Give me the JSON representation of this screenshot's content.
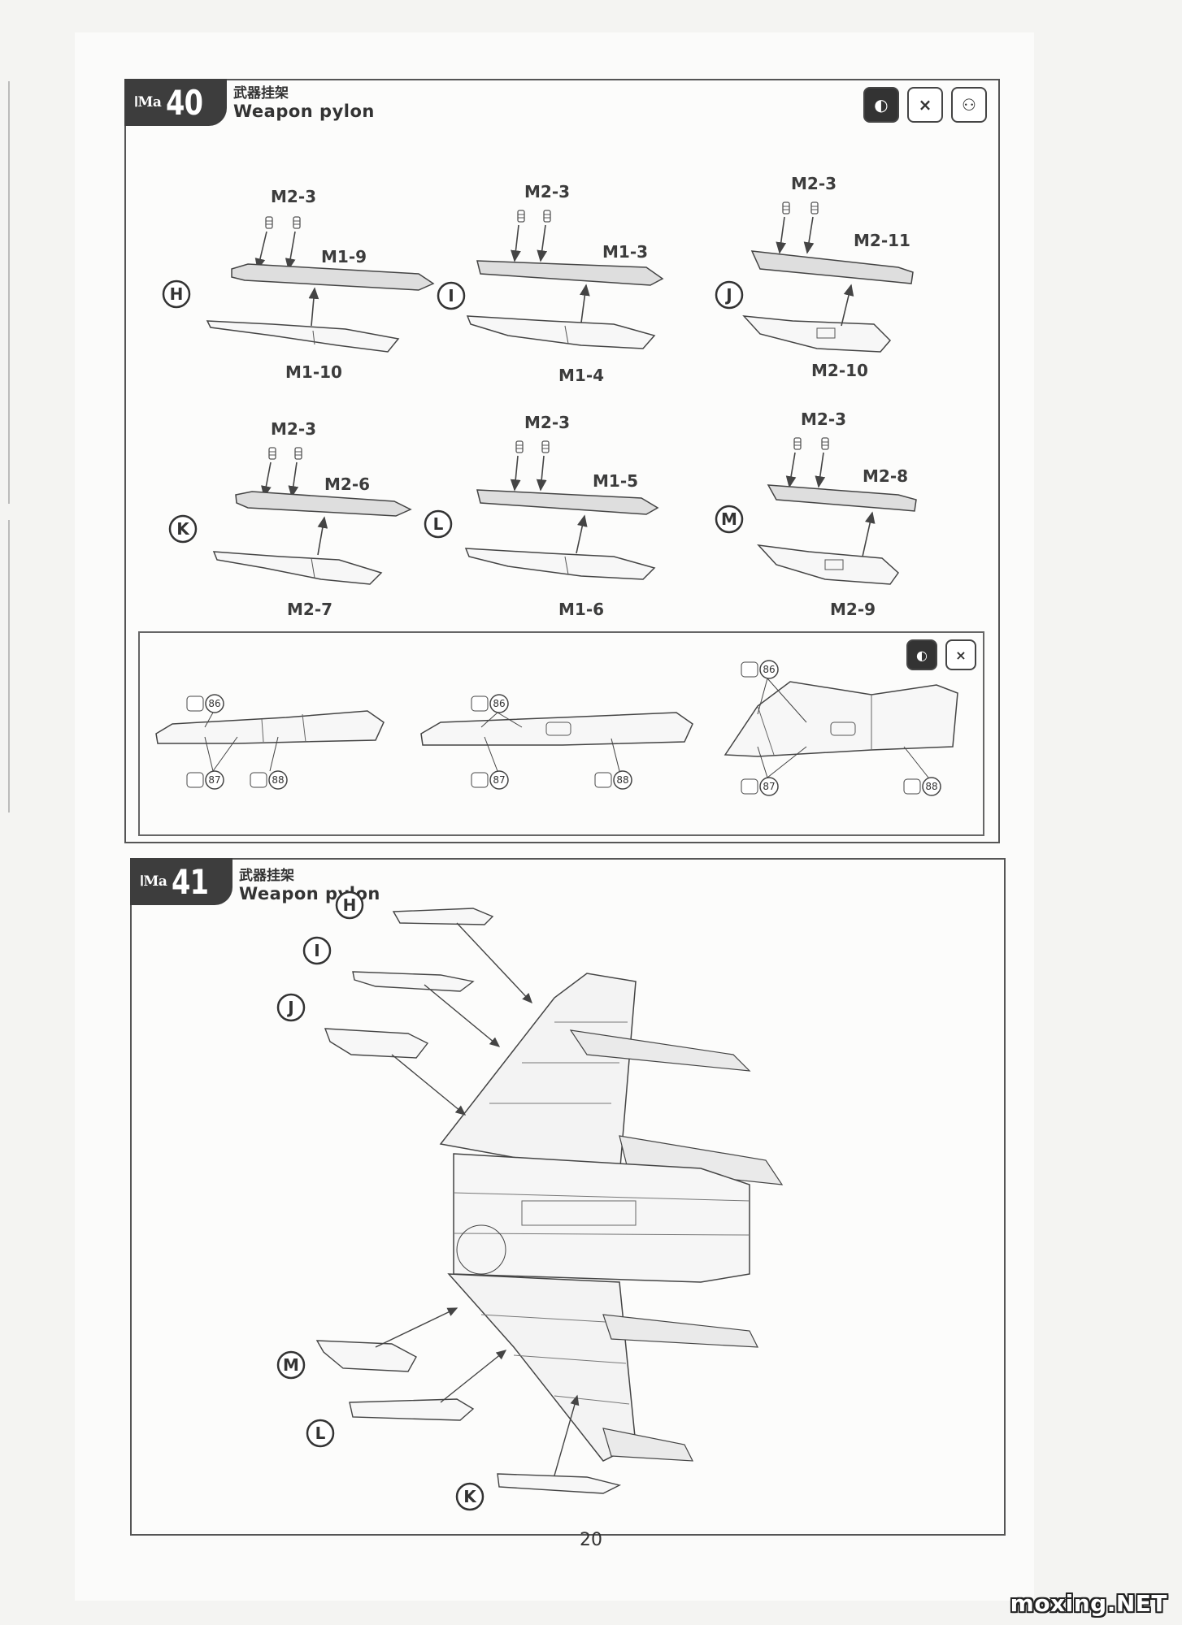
{
  "page": {
    "number": "20",
    "watermark": "moxing.NET"
  },
  "step40": {
    "brand": "ꓲMa",
    "number": "40",
    "title_zh": "武器挂架",
    "title_en": "Weapon pylon",
    "icons": [
      "paint-drop-icon",
      "times-two-icon",
      "decal-icon"
    ],
    "icon_x2": "×",
    "assemblies": [
      {
        "marker": "H",
        "top_parts": "M2-3",
        "upper": "M1-9",
        "lower": "M1-10"
      },
      {
        "marker": "I",
        "top_parts": "M2-3",
        "upper": "M1-3",
        "lower": "M1-4"
      },
      {
        "marker": "J",
        "top_parts": "M2-3",
        "upper": "M2-11",
        "lower": "M2-10"
      },
      {
        "marker": "K",
        "top_parts": "M2-3",
        "upper": "M2-6",
        "lower": "M2-7"
      },
      {
        "marker": "L",
        "top_parts": "M2-3",
        "upper": "M1-5",
        "lower": "M1-6"
      },
      {
        "marker": "M",
        "top_parts": "M2-3",
        "upper": "M2-8",
        "lower": "M2-9"
      }
    ],
    "decal_refs": {
      "a": "86",
      "b": "87",
      "c": "88"
    }
  },
  "step41": {
    "brand": "ꓲMa",
    "number": "41",
    "title_zh": "武器挂架",
    "title_en": "Weapon pylon",
    "markers": [
      "H",
      "I",
      "J",
      "M",
      "L",
      "K"
    ]
  }
}
